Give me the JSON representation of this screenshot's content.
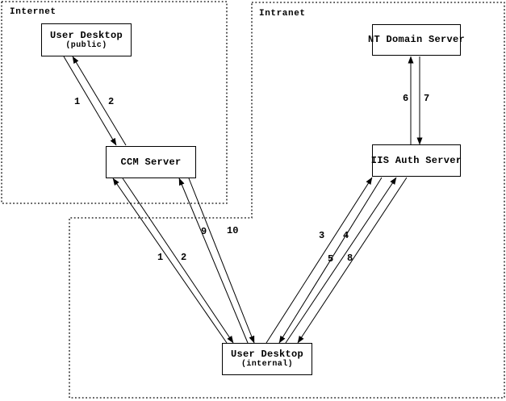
{
  "diagram": {
    "zones": {
      "internet": {
        "label": "Internet"
      },
      "intranet": {
        "label": "Intranet"
      }
    },
    "nodes": {
      "ud_public": {
        "title": "User Desktop",
        "subtitle": "(public)"
      },
      "ccm": {
        "title": "CCM Server"
      },
      "nt": {
        "title": "NT Domain Server"
      },
      "iis": {
        "title": "IIS Auth Server"
      },
      "ud_internal": {
        "title": "User Desktop",
        "subtitle": "(internal)"
      }
    },
    "edges": [
      {
        "from": "user-desktop-public",
        "to": "ccm-server",
        "label": "1"
      },
      {
        "from": "ccm-server",
        "to": "user-desktop-public",
        "label": "2"
      },
      {
        "from": "user-desktop-internal",
        "to": "ccm-server",
        "label": "1"
      },
      {
        "from": "ccm-server",
        "to": "user-desktop-internal",
        "label": "2"
      },
      {
        "from": "user-desktop-internal",
        "to": "ccm-server",
        "label": "9"
      },
      {
        "from": "ccm-server",
        "to": "user-desktop-internal",
        "label": "10"
      },
      {
        "from": "user-desktop-internal",
        "to": "iis-auth-server",
        "label": "3"
      },
      {
        "from": "iis-auth-server",
        "to": "user-desktop-internal",
        "label": "4"
      },
      {
        "from": "user-desktop-internal",
        "to": "iis-auth-server",
        "label": "5"
      },
      {
        "from": "iis-auth-server",
        "to": "user-desktop-internal",
        "label": "8"
      },
      {
        "from": "iis-auth-server",
        "to": "nt-domain-server",
        "label": "6"
      },
      {
        "from": "nt-domain-server",
        "to": "iis-auth-server",
        "label": "7"
      }
    ],
    "colors": {
      "line": "#000000",
      "background": "#ffffff"
    }
  }
}
